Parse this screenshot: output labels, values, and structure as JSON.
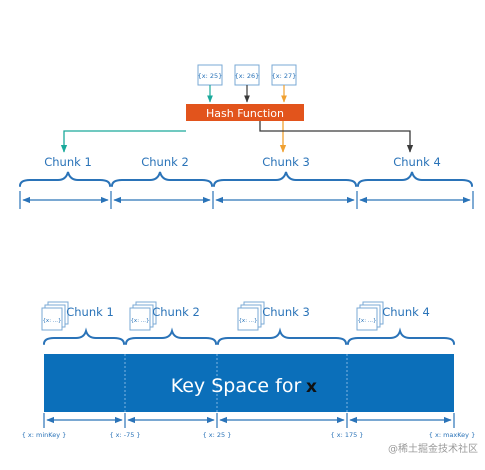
{
  "colors": {
    "blue": "#2a73b8",
    "band": "#0b6fba",
    "teal": "#1aa99b",
    "orange": "#f0a030",
    "dark": "#3a3a3a",
    "hash_fill": "#e2541c",
    "doc_border": "#7aa9d4"
  },
  "top": {
    "docs": [
      "{x: 25}",
      "{x: 26}",
      "{x: 27}"
    ],
    "hash_label": "Hash Function",
    "chunks": [
      "Chunk 1",
      "Chunk 2",
      "Chunk 3",
      "Chunk 4"
    ]
  },
  "bottom": {
    "doc_label": "{x: ...}",
    "chunks": [
      "Chunk 1",
      "Chunk 2",
      "Chunk 3",
      "Chunk 4"
    ],
    "band_text": "Key Space for",
    "band_var": "x",
    "bounds": [
      "{ x: minKey }",
      "{ x: -75 }",
      "{ x: 25 }",
      "{ x: 175 }",
      "{ x: maxKey }"
    ]
  },
  "watermark": "@稀土掘金技术社区"
}
